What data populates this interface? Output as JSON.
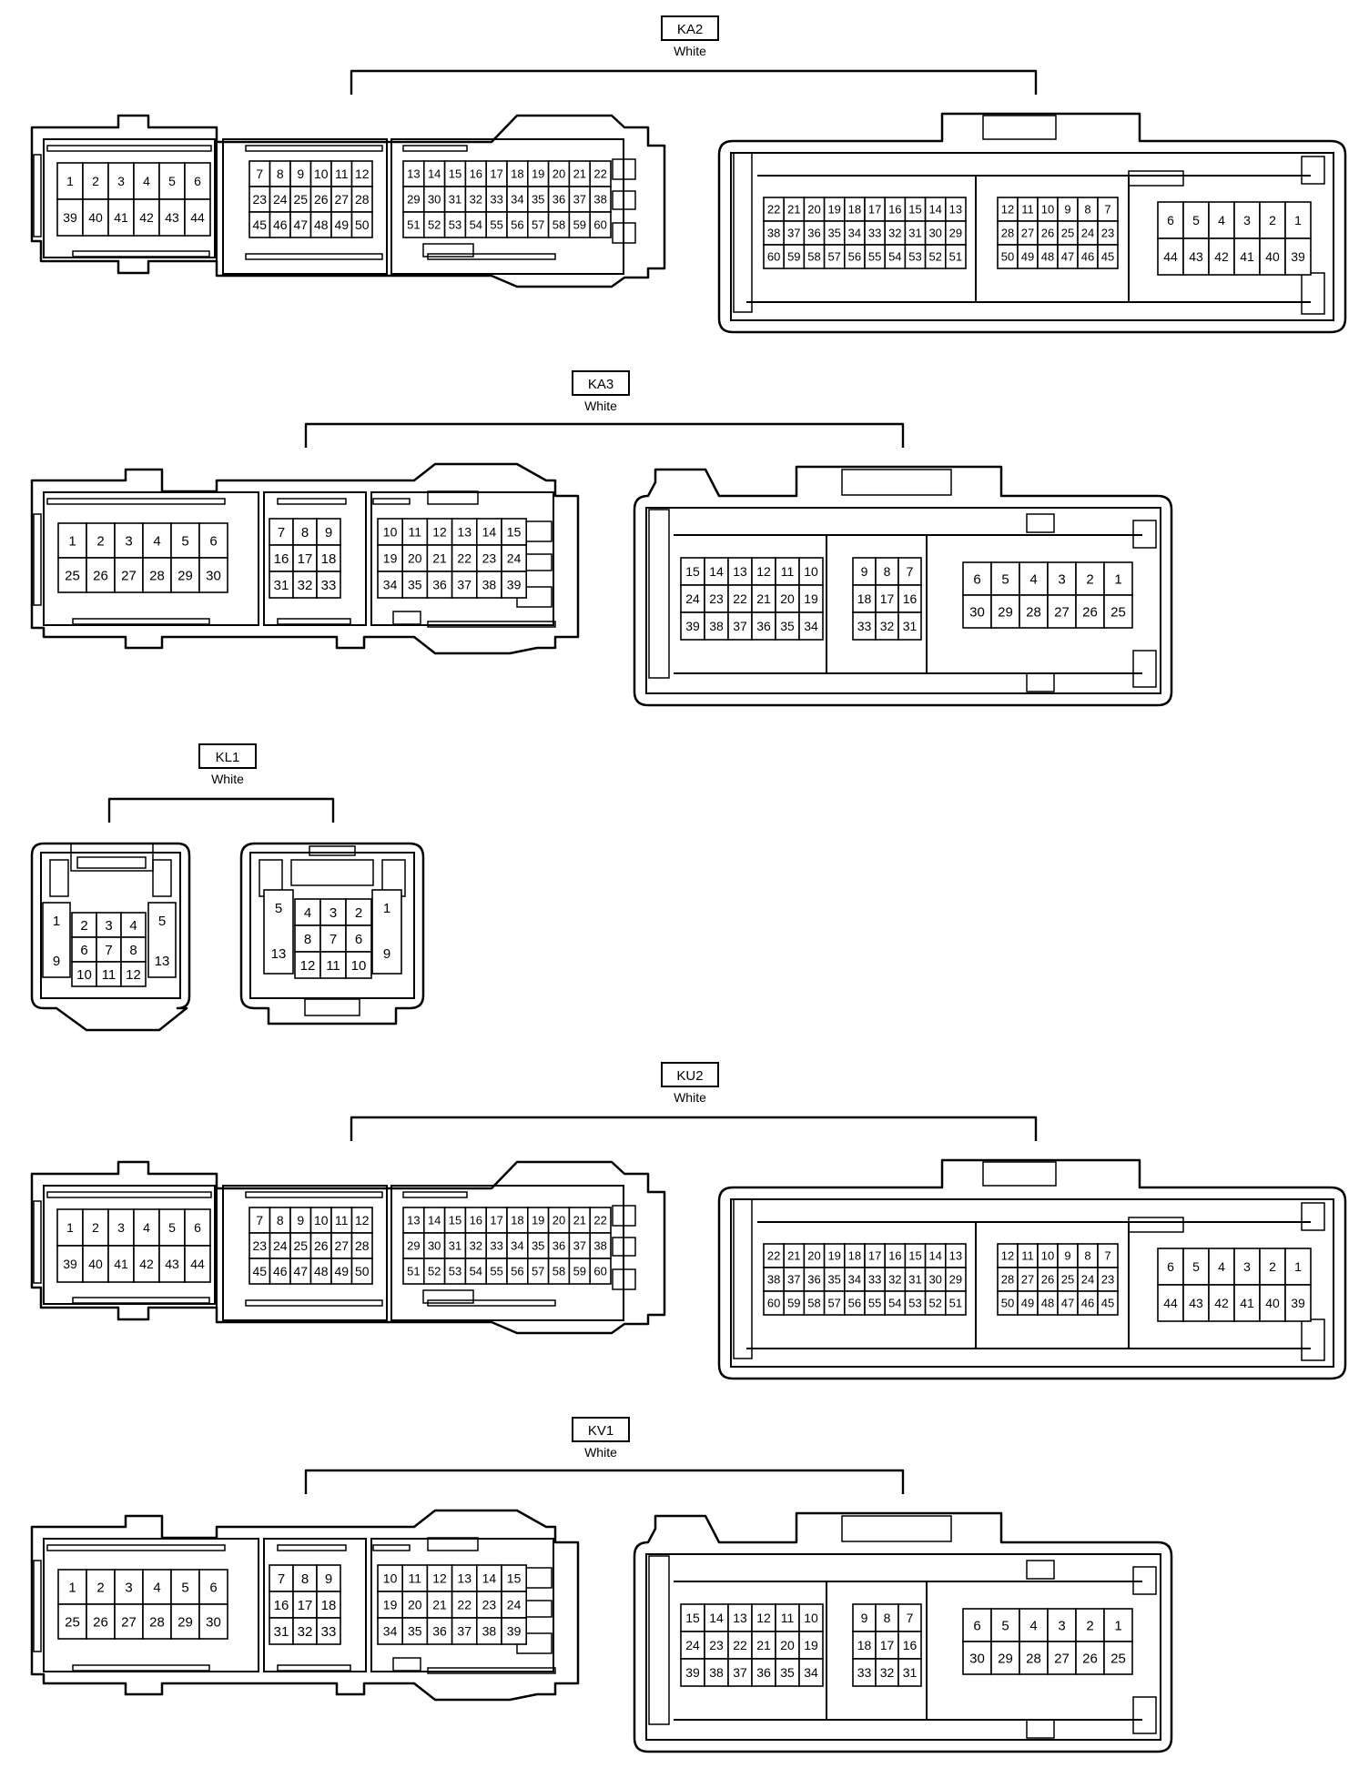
{
  "connectors": [
    {
      "id": "KA2",
      "color": "White",
      "layout": "ecu60",
      "left_groups": [
        [
          [
            "1",
            "2",
            "3",
            "4",
            "5",
            "6"
          ],
          [
            "39",
            "40",
            "41",
            "42",
            "43",
            "44"
          ]
        ],
        [
          [
            "7",
            "8",
            "9",
            "10",
            "11",
            "12"
          ],
          [
            "23",
            "24",
            "25",
            "26",
            "27",
            "28"
          ],
          [
            "45",
            "46",
            "47",
            "48",
            "49",
            "50"
          ]
        ],
        [
          [
            "13",
            "14",
            "15",
            "16",
            "17",
            "18",
            "19",
            "20",
            "21",
            "22"
          ],
          [
            "29",
            "30",
            "31",
            "32",
            "33",
            "34",
            "35",
            "36",
            "37",
            "38"
          ],
          [
            "51",
            "52",
            "53",
            "54",
            "55",
            "56",
            "57",
            "58",
            "59",
            "60"
          ]
        ]
      ],
      "right_groups": [
        [
          [
            "22",
            "21",
            "20",
            "19",
            "18",
            "17",
            "16",
            "15",
            "14",
            "13"
          ],
          [
            "38",
            "37",
            "36",
            "35",
            "34",
            "33",
            "32",
            "31",
            "30",
            "29"
          ],
          [
            "60",
            "59",
            "58",
            "57",
            "56",
            "55",
            "54",
            "53",
            "52",
            "51"
          ]
        ],
        [
          [
            "12",
            "11",
            "10",
            "9",
            "8",
            "7"
          ],
          [
            "28",
            "27",
            "26",
            "25",
            "24",
            "23"
          ],
          [
            "50",
            "49",
            "48",
            "47",
            "46",
            "45"
          ]
        ],
        [
          [
            "6",
            "5",
            "4",
            "3",
            "2",
            "1"
          ],
          [
            "44",
            "43",
            "42",
            "41",
            "40",
            "39"
          ]
        ]
      ]
    },
    {
      "id": "KA3",
      "color": "White",
      "layout": "ecu39",
      "left_groups": [
        [
          [
            "1",
            "2",
            "3",
            "4",
            "5",
            "6"
          ],
          [
            "25",
            "26",
            "27",
            "28",
            "29",
            "30"
          ]
        ],
        [
          [
            "7",
            "8",
            "9"
          ],
          [
            "16",
            "17",
            "18"
          ],
          [
            "31",
            "32",
            "33"
          ]
        ],
        [
          [
            "10",
            "11",
            "12",
            "13",
            "14",
            "15"
          ],
          [
            "19",
            "20",
            "21",
            "22",
            "23",
            "24"
          ],
          [
            "34",
            "35",
            "36",
            "37",
            "38",
            "39"
          ]
        ]
      ],
      "right_groups": [
        [
          [
            "15",
            "14",
            "13",
            "12",
            "11",
            "10"
          ],
          [
            "24",
            "23",
            "22",
            "21",
            "20",
            "19"
          ],
          [
            "39",
            "38",
            "37",
            "36",
            "35",
            "34"
          ]
        ],
        [
          [
            "9",
            "8",
            "7"
          ],
          [
            "18",
            "17",
            "16"
          ],
          [
            "33",
            "32",
            "31"
          ]
        ],
        [
          [
            "6",
            "5",
            "4",
            "3",
            "2",
            "1"
          ],
          [
            "30",
            "29",
            "28",
            "27",
            "26",
            "25"
          ]
        ]
      ]
    },
    {
      "id": "KL1",
      "color": "White",
      "layout": "small13",
      "left_groups": [
        [
          [
            "1"
          ],
          [
            "9"
          ]
        ],
        [
          [
            "2",
            "3",
            "4"
          ],
          [
            "6",
            "7",
            "8"
          ],
          [
            "10",
            "11",
            "12"
          ]
        ],
        [
          [
            "5"
          ],
          [
            "13"
          ]
        ]
      ],
      "right_groups": [
        [
          [
            "5"
          ],
          [
            "13"
          ]
        ],
        [
          [
            "4",
            "3",
            "2"
          ],
          [
            "8",
            "7",
            "6"
          ],
          [
            "12",
            "11",
            "10"
          ]
        ],
        [
          [
            "1"
          ],
          [
            "9"
          ]
        ]
      ]
    },
    {
      "id": "KU2",
      "color": "White",
      "layout": "ecu60",
      "left_groups": [
        [
          [
            "1",
            "2",
            "3",
            "4",
            "5",
            "6"
          ],
          [
            "39",
            "40",
            "41",
            "42",
            "43",
            "44"
          ]
        ],
        [
          [
            "7",
            "8",
            "9",
            "10",
            "11",
            "12"
          ],
          [
            "23",
            "24",
            "25",
            "26",
            "27",
            "28"
          ],
          [
            "45",
            "46",
            "47",
            "48",
            "49",
            "50"
          ]
        ],
        [
          [
            "13",
            "14",
            "15",
            "16",
            "17",
            "18",
            "19",
            "20",
            "21",
            "22"
          ],
          [
            "29",
            "30",
            "31",
            "32",
            "33",
            "34",
            "35",
            "36",
            "37",
            "38"
          ],
          [
            "51",
            "52",
            "53",
            "54",
            "55",
            "56",
            "57",
            "58",
            "59",
            "60"
          ]
        ]
      ],
      "right_groups": [
        [
          [
            "22",
            "21",
            "20",
            "19",
            "18",
            "17",
            "16",
            "15",
            "14",
            "13"
          ],
          [
            "38",
            "37",
            "36",
            "35",
            "34",
            "33",
            "32",
            "31",
            "30",
            "29"
          ],
          [
            "60",
            "59",
            "58",
            "57",
            "56",
            "55",
            "54",
            "53",
            "52",
            "51"
          ]
        ],
        [
          [
            "12",
            "11",
            "10",
            "9",
            "8",
            "7"
          ],
          [
            "28",
            "27",
            "26",
            "25",
            "24",
            "23"
          ],
          [
            "50",
            "49",
            "48",
            "47",
            "46",
            "45"
          ]
        ],
        [
          [
            "6",
            "5",
            "4",
            "3",
            "2",
            "1"
          ],
          [
            "44",
            "43",
            "42",
            "41",
            "40",
            "39"
          ]
        ]
      ]
    },
    {
      "id": "KV1",
      "color": "White",
      "layout": "ecu39",
      "left_groups": [
        [
          [
            "1",
            "2",
            "3",
            "4",
            "5",
            "6"
          ],
          [
            "25",
            "26",
            "27",
            "28",
            "29",
            "30"
          ]
        ],
        [
          [
            "7",
            "8",
            "9"
          ],
          [
            "16",
            "17",
            "18"
          ],
          [
            "31",
            "32",
            "33"
          ]
        ],
        [
          [
            "10",
            "11",
            "12",
            "13",
            "14",
            "15"
          ],
          [
            "19",
            "20",
            "21",
            "22",
            "23",
            "24"
          ],
          [
            "34",
            "35",
            "36",
            "37",
            "38",
            "39"
          ]
        ]
      ],
      "right_groups": [
        [
          [
            "15",
            "14",
            "13",
            "12",
            "11",
            "10"
          ],
          [
            "24",
            "23",
            "22",
            "21",
            "20",
            "19"
          ],
          [
            "39",
            "38",
            "37",
            "36",
            "35",
            "34"
          ]
        ],
        [
          [
            "9",
            "8",
            "7"
          ],
          [
            "18",
            "17",
            "16"
          ],
          [
            "33",
            "32",
            "31"
          ]
        ],
        [
          [
            "6",
            "5",
            "4",
            "3",
            "2",
            "1"
          ],
          [
            "30",
            "29",
            "28",
            "27",
            "26",
            "25"
          ]
        ]
      ]
    }
  ]
}
